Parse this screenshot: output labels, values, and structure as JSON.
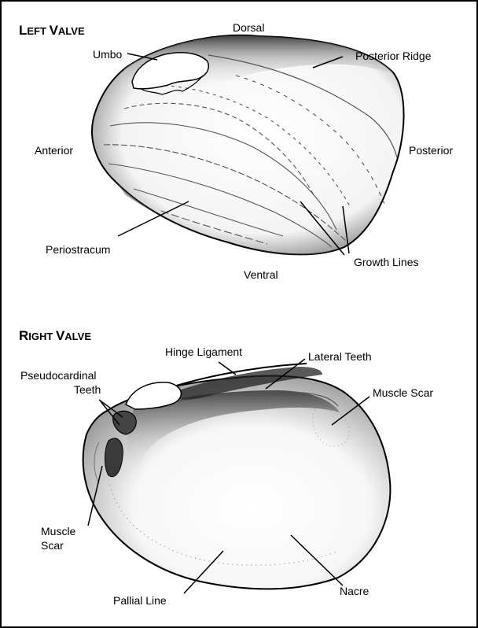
{
  "left_valve": {
    "title_cap1": "L",
    "title_rest1": "EFT ",
    "title_cap2": "V",
    "title_rest2": "ALVE",
    "labels": {
      "dorsal": "Dorsal",
      "umbo": "Umbo",
      "posterior_ridge": "Posterior Ridge",
      "anterior": "Anterior",
      "posterior": "Posterior",
      "periostracum": "Periostracum",
      "growth_lines": "Growth Lines",
      "ventral": "Ventral"
    }
  },
  "right_valve": {
    "title_cap1": "R",
    "title_rest1": "IGHT ",
    "title_cap2": "V",
    "title_rest2": "ALVE",
    "labels": {
      "hinge_ligament": "Hinge Ligament",
      "lateral_teeth": "Lateral Teeth",
      "pseudocardinal_1": "Pseudocardinal",
      "pseudocardinal_2": "Teeth",
      "muscle_scar_right": "Muscle Scar",
      "muscle_scar_left_1": "Muscle",
      "muscle_scar_left_2": "Scar",
      "pallial_line": "Pallial Line",
      "nacre": "Nacre"
    }
  }
}
